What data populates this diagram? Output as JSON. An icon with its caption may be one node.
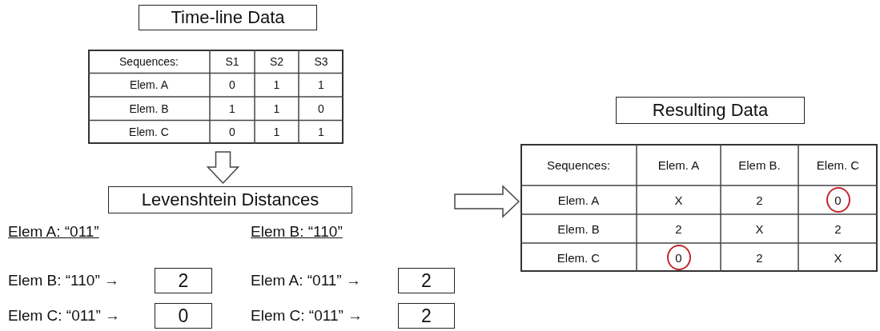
{
  "diagram": {
    "nodes": [
      {
        "text": [
          "Time-line Data"
        ]
      },
      {
        "text": [],
        "shape": "box"
      },
      {
        "text": [
          "Levenshtein Distances"
        ]
      },
      {
        "text": [
          "2"
        ]
      },
      {
        "text": [
          "0"
        ]
      },
      {
        "text": [
          "2"
        ]
      },
      {
        "text": [
          "2"
        ]
      },
      {
        "text": [
          "Resulting Data"
        ]
      },
      {
        "text": [],
        "shape": "box"
      },
      {
        "text": [
          "0"
        ],
        "in": 8
      },
      {
        "text": [
          "0"
        ],
        "in": 8
      }
    ],
    "edges": [
      {
        "from": 1,
        "to": 2,
        "arrow": "to"
      },
      {
        "from": null,
        "to": 8,
        "arrow": "to"
      }
    ],
    "labels": [
      "Sequences:",
      "S1",
      "S2",
      "S3",
      "Elem. A",
      "0",
      "1",
      "1",
      "Elem. B",
      "1",
      "1",
      "0",
      "Elem. C",
      "0",
      "1",
      "1",
      "Elem A: “011”",
      "Elem B: “110”",
      "Elem B: “110” →",
      "Elem A: “011” →",
      "Elem C: “011” →",
      "Elem C: “011” →",
      "Sequences:",
      "Elem. A",
      "Elem B.",
      "Elem. C",
      "Elem. A",
      "X",
      "2",
      "Elem. B",
      "2",
      "X",
      "2",
      "Elem. C",
      "2",
      "X"
    ]
  }
}
